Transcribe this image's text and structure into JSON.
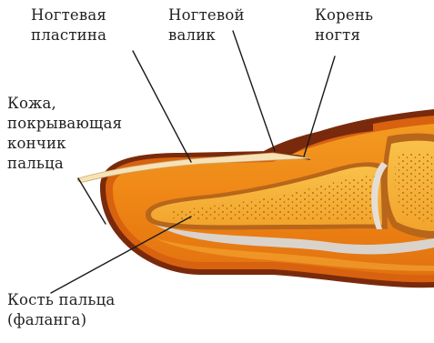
{
  "diagram": {
    "labels": {
      "nail_plate": [
        "Ногтевая",
        "пластина"
      ],
      "nail_fold": [
        "Ногтевой",
        "валик"
      ],
      "nail_root": [
        "Корень",
        "ногтя"
      ],
      "skin": [
        "Кожа,",
        "покрывающая",
        "кончик",
        "пальца"
      ],
      "bone": [
        "Кость пальца",
        "(фаланга)"
      ]
    },
    "colors": {
      "skin_outer": "#7a2a0c",
      "skin_mid": "#d8620f",
      "tissue": "#f08a18",
      "tissue_light": "#f7b43c",
      "bone": "#f6b236",
      "bone_dots": "#a35a10",
      "ligament": "#d9d3cc",
      "nail": "#f6e2b6",
      "leader": "#1a1a1a",
      "text": "#231f20"
    }
  }
}
